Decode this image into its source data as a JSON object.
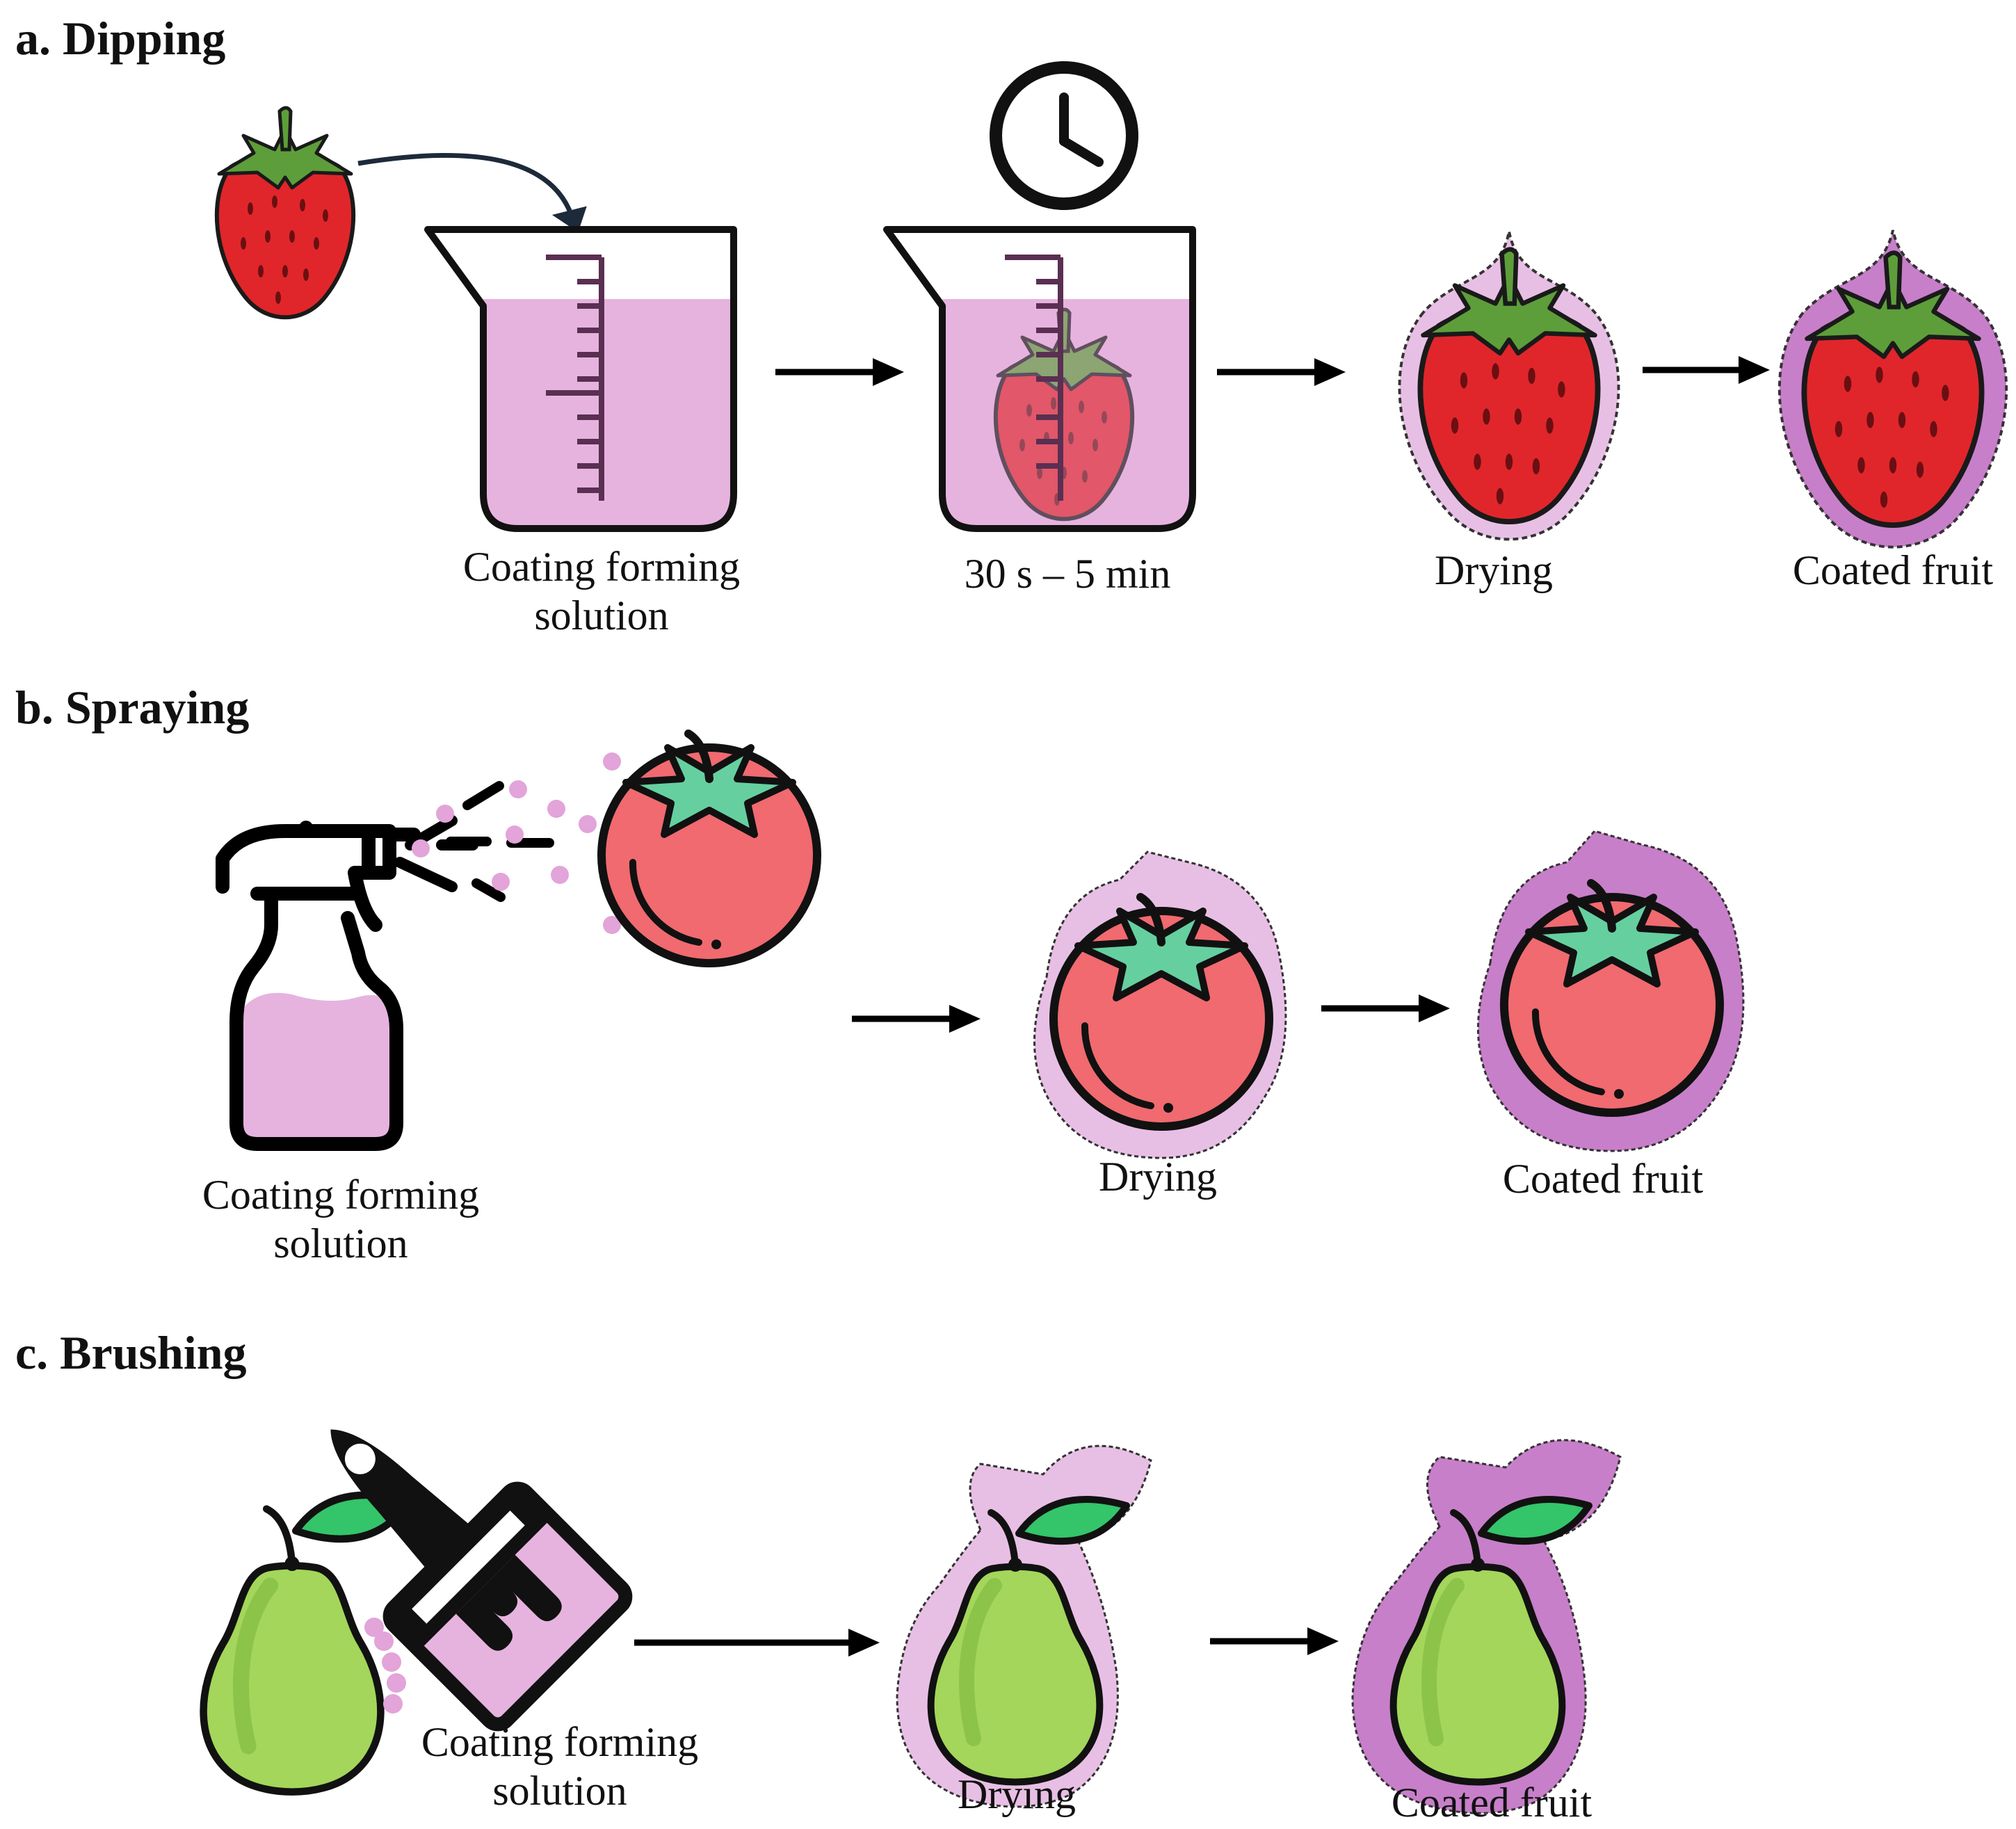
{
  "sections": [
    {
      "title": "a. Dipping",
      "steps": {
        "solution_label_line1": "Coating forming",
        "solution_label_line2": "solution",
        "time_label": "30 s – 5 min",
        "drying_label": "Drying",
        "coated_label": "Coated fruit"
      }
    },
    {
      "title": "b. Spraying",
      "steps": {
        "solution_label_line1": "Coating forming",
        "solution_label_line2": "solution",
        "drying_label": "Drying",
        "coated_label": "Coated fruit"
      }
    },
    {
      "title": "c. Brushing",
      "steps": {
        "solution_label_line1": "Coating forming",
        "solution_label_line2": "solution",
        "drying_label": "Drying",
        "coated_label": "Coated fruit"
      }
    }
  ],
  "icons": {
    "fruit_a": "strawberry-icon",
    "fruit_b": "tomato-icon",
    "fruit_c": "pear-icon",
    "container_a": "beaker-icon",
    "timer": "clock-icon",
    "applicator_b": "spray-bottle-icon",
    "applicator_c": "paint-brush-icon"
  },
  "colors": {
    "solution": "#e6b3de",
    "coating_thin": "#e8bfe4",
    "coating_thick": "#c77fc9",
    "strawberry": "#e0262b",
    "leaf_strawberry": "#5d9e3a",
    "tomato": "#f06a70",
    "leaf_tomato": "#66cfa0",
    "pear": "#a3d65a",
    "pear_leaf": "#34c46a"
  }
}
